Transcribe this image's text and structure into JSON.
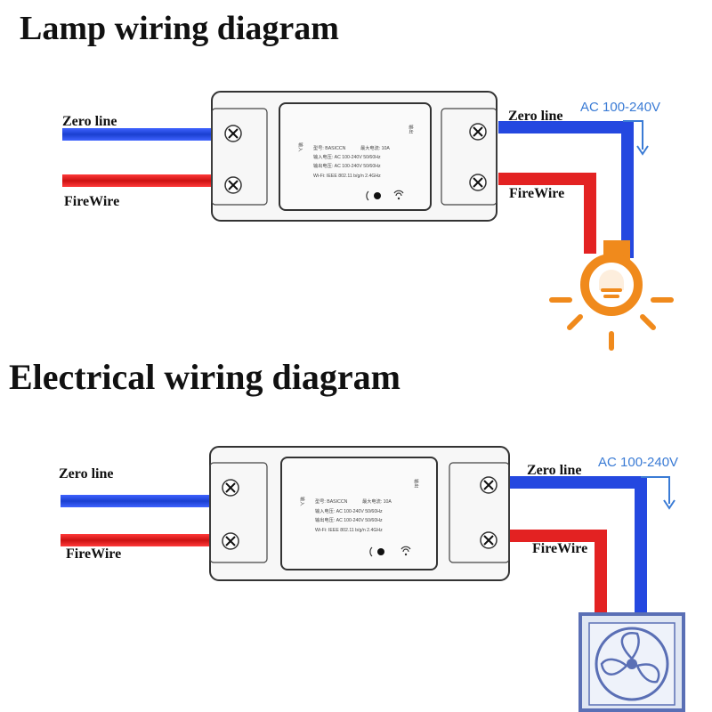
{
  "colors": {
    "neutral": "#2e4fd8",
    "live": "#e32a2a",
    "lamp": "#f08a1c",
    "ac_arrow": "#3a7bd5",
    "fan_border": "#5a6fb5"
  },
  "lamp_section": {
    "title": "Lamp wiring diagram",
    "left_zero": "Zero line",
    "left_fire": "FireWire",
    "right_zero": "Zero line",
    "right_fire": "FireWire",
    "ac_label": "AC 100-240V",
    "load_icon": "light-bulb-icon"
  },
  "electrical_section": {
    "title": "Electrical wiring diagram",
    "left_zero": "Zero line",
    "left_fire": "FireWire",
    "right_zero": "Zero line",
    "right_fire": "FireWire",
    "ac_label": "AC 100-240V",
    "load_icon": "fan-icon"
  },
  "module": {
    "model": "型号: BASICCN",
    "max_current": "最大电流: 10A",
    "input": "输入电压: AC 100-240V 50/60Hz",
    "output": "输出电压: AC 100-240V 50/60Hz",
    "wifi": "Wi-Fi: IEEE 802.11 b/g/n 2.4GHz",
    "side_in": "输入",
    "side_out": "输出"
  }
}
